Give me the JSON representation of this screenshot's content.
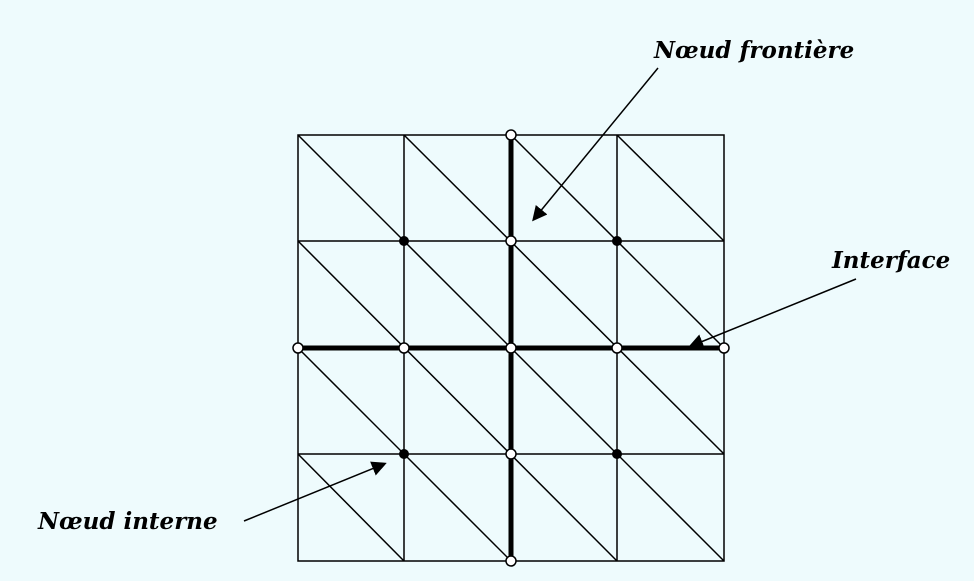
{
  "diagram": {
    "background": "#eefbfd",
    "line_color": "#000000",
    "labels": {
      "boundary_node": "Nœud frontière",
      "interface": "Interface",
      "internal_node": "Nœud interne"
    },
    "mesh": {
      "rows": 4,
      "cols": 4,
      "diagonal": "top-left to bottom-right"
    }
  }
}
